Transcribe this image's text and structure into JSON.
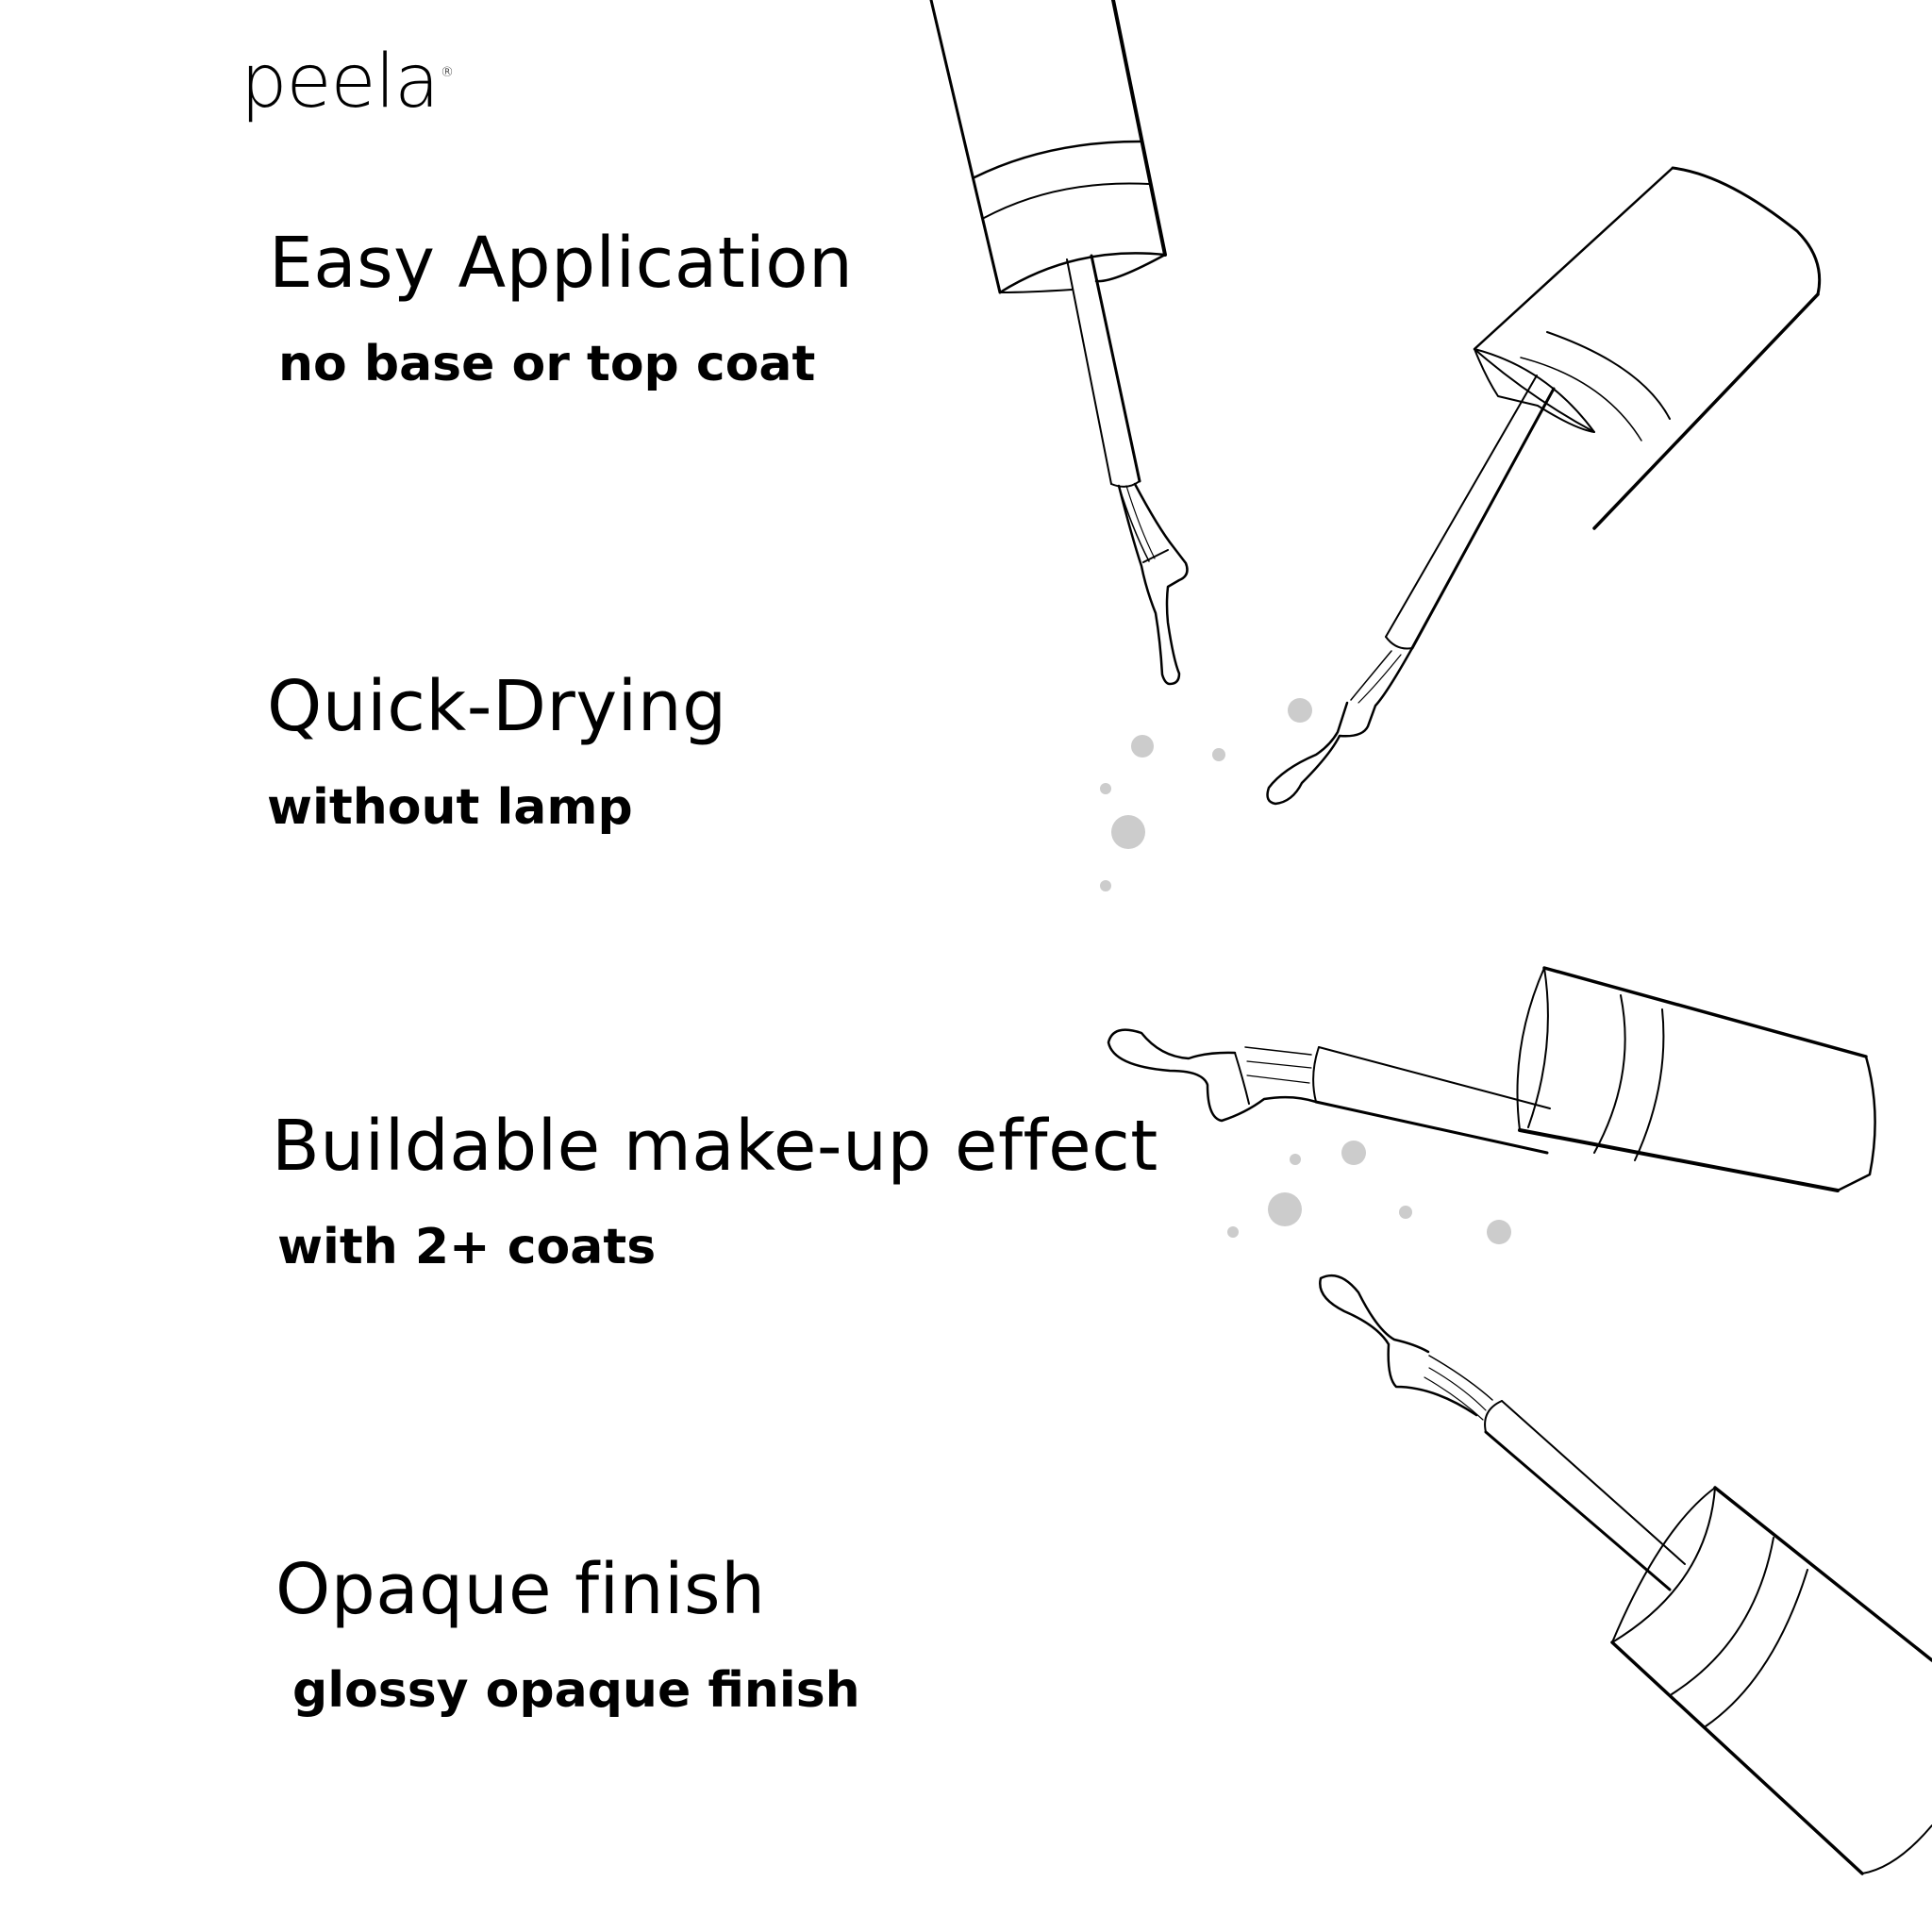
{
  "brand": {
    "name": "peela",
    "registered_mark": "®"
  },
  "features": [
    {
      "title": "Easy Application",
      "subtitle": "no base or top coat"
    },
    {
      "title": "Quick-Drying",
      "subtitle": "without lamp"
    },
    {
      "title": "Buildable make-up effect",
      "subtitle": "with 2+ coats"
    },
    {
      "title": "Opaque finish",
      "subtitle": "glossy opaque finish"
    }
  ],
  "illustration": {
    "subject": "nail-polish-brushes",
    "count": 4,
    "line_color": "#000000",
    "drop_color": "#cccccc",
    "background": "#ffffff"
  }
}
